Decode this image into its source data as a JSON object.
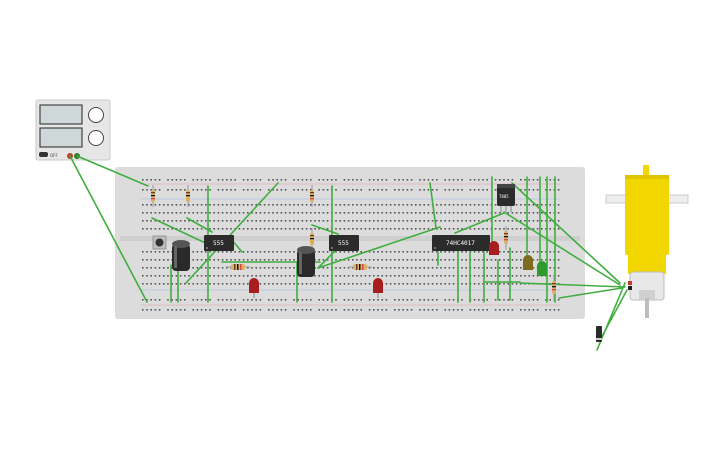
{
  "scene": {
    "power_supply": {
      "label": "power-supply",
      "off_text": "OFF"
    },
    "chips": [
      {
        "id": "u1",
        "label": "555"
      },
      {
        "id": "u2",
        "label": "555"
      },
      {
        "id": "u3",
        "label": "74HC4017"
      }
    ],
    "regulator": {
      "label": "7805"
    },
    "colors": {
      "wire": "#3fae3f",
      "breadboard": "#dcdcdc",
      "chip": "#2b2b2b",
      "motor_yellow": "#f2d600",
      "led_red": "#a81e1e",
      "led_green": "#2e9a2e",
      "led_olive": "#7d6b1e"
    }
  }
}
